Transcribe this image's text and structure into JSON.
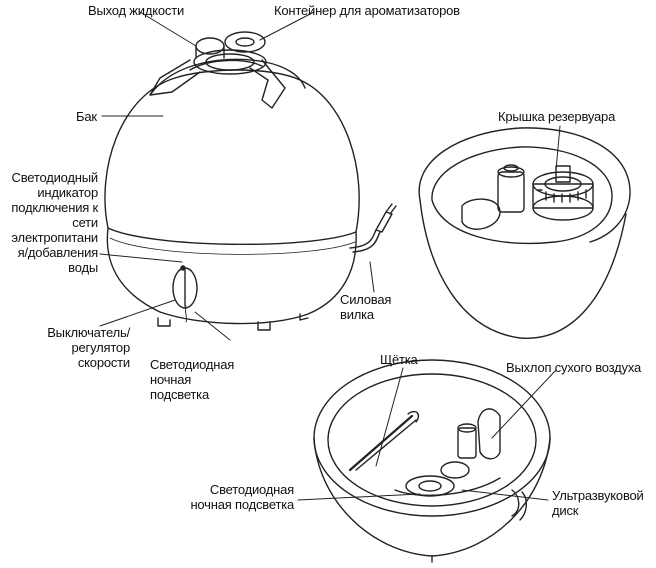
{
  "labels": {
    "liquid_outlet": "Выход жидкости",
    "aroma_container": "Контейнер для ароматизаторов",
    "tank": "Бак",
    "reservoir_cap": "Крышка резервуара",
    "led_indicator": "Светодиодный\nиндикатор\nподключения к\nсети\nэлектропитани\nя/добавления\nводы",
    "power_plug": "Силовая\nвилка",
    "switch_regulator": "Выключатель/\nрегулятор\nскорости",
    "night_light_front": "Светодиодная\nночная\nподсветка",
    "brush": "Щётка",
    "dry_air_outlet": "Выхлоп сухого воздуха",
    "night_light_base": "Светодиодная\nночная подсветка",
    "ultrasonic_disc": "Ультразвуковой\nдиск"
  }
}
